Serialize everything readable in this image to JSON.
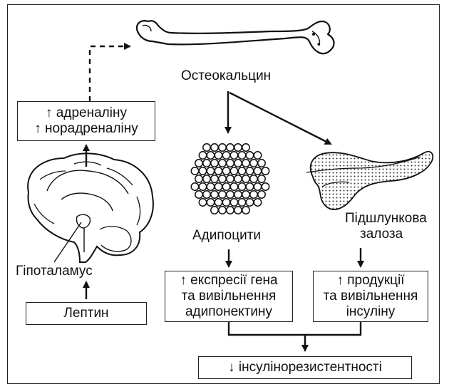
{
  "labels": {
    "osteocalcin": "Остеокальцин",
    "adipocytes": "Адипоцити",
    "pancreas_line1": "Підшлункова",
    "pancreas_line2": "залоза",
    "hypothalamus": "Гіпоталамус"
  },
  "boxes": {
    "adrenaline": {
      "line1": "↑ адреналіну",
      "line2": "↑ норадреналіну"
    },
    "leptin": {
      "line1": "Лептин"
    },
    "adiponectin": {
      "line1": "↑ експресії гена",
      "line2": "та вивільнення",
      "line3": "адипонектину"
    },
    "insulin": {
      "line1": "↑ продукції",
      "line2": "та вивільнення",
      "line3": "інсуліну"
    },
    "resistance": {
      "line1": "↓ інсулінорезистентності"
    }
  },
  "colors": {
    "ink": "#111111",
    "background": "#ffffff"
  }
}
